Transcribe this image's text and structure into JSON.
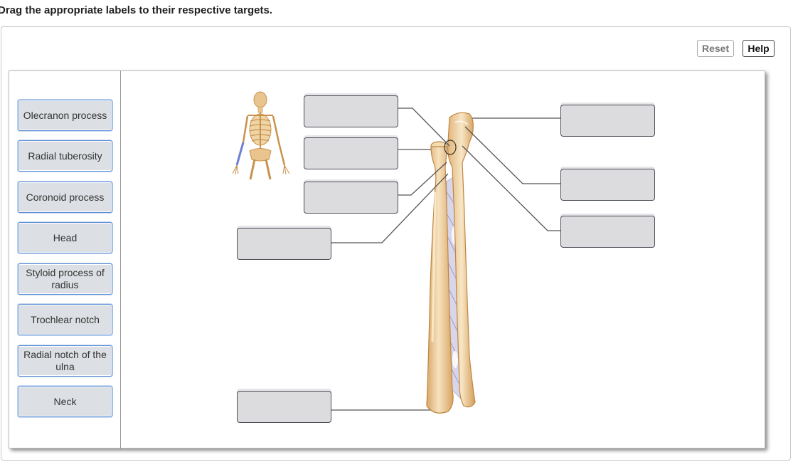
{
  "instruction": "Drag the appropriate labels to their respective targets.",
  "buttons": {
    "reset": "Reset",
    "help": "Help"
  },
  "labels": [
    "Olecranon process",
    "Radial tuberosity",
    "Coronoid process",
    "Head",
    "Styloid process of radius",
    "Trochlear notch",
    "Radial notch of the ulna",
    "Neck"
  ],
  "colors": {
    "label_fill": "#dcdfe3",
    "label_border": "#5b8ed6",
    "target_fill": "#dcdcde",
    "target_border": "#4a4e57",
    "bone": "#f0d3a4",
    "bone_shadow": "#d9a766",
    "membrane": "#c9c8e0"
  }
}
